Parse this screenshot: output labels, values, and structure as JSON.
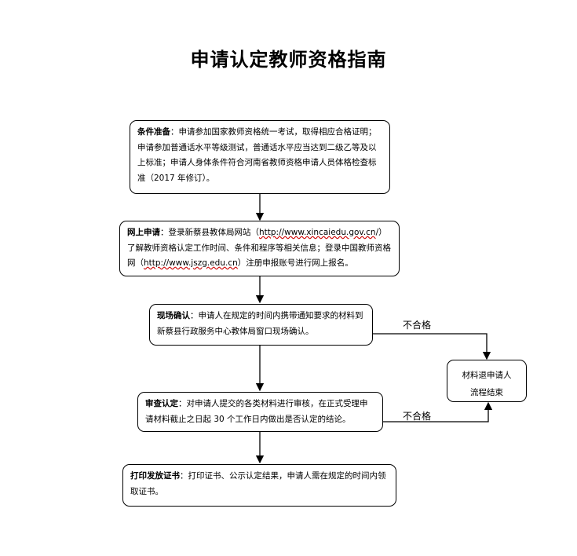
{
  "title": "申请认定教师资格指南",
  "steps": [
    {
      "heading": "条件准备",
      "text": "：申请参加国家教师资格统一考试，取得相应合格证明；申请参加普通话水平等级测试，普通话水平应当达到二级乙等及以上标准；申请人身体条件符合河南省教师资格申请人员体格检查标准（2017 年修订）。"
    },
    {
      "heading": "网上申请",
      "text_a": "：登录新蔡县教体局网站（",
      "link_a": "http://www.xincaiedu.gov.cn",
      "text_b": "/）了解教师资格认定工作时间、条件和程序等相关信息；登录中国教师资格网（",
      "link_b": "http://www.jszg.edu.cn",
      "text_c": "）注册申报账号进行网上报名。"
    },
    {
      "heading": "现场确认",
      "text": "：申请人在规定的时间内携带通知要求的材料到新蔡县行政服务中心教体局窗口现场确认。"
    },
    {
      "heading": "审查认定",
      "text": "：对申请人提交的各类材料进行审核，在正式受理申请材料截止之日起 30 个工作日内做出是否认定的结论。"
    },
    {
      "heading": "打印发放证书",
      "text": "：打印证书、公示认定结果，申请人需在规定的时间内领取证书。"
    }
  ],
  "side_box": {
    "line1": "材料退申请人",
    "line2": "流程结束"
  },
  "edge_labels": {
    "fail_1": "不合格",
    "fail_2": "不合格"
  }
}
